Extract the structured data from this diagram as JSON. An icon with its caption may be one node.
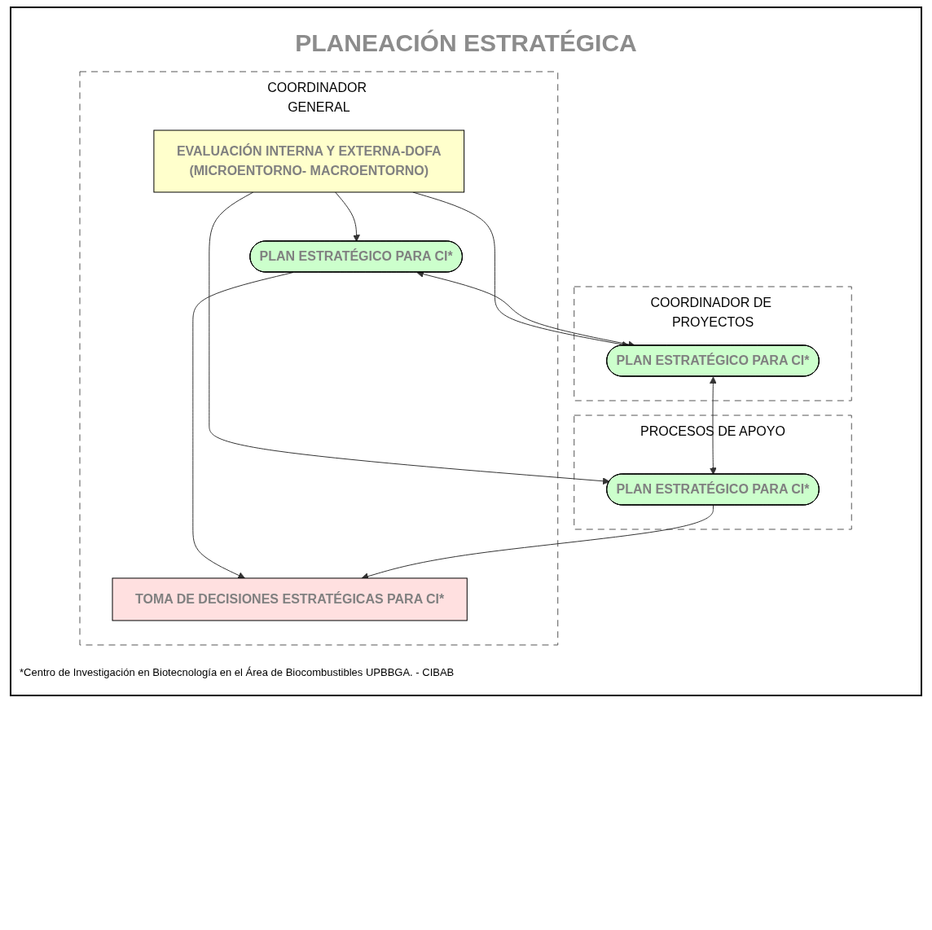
{
  "diagram": {
    "title": "PLANEACIÓN ESTRATÉGICA",
    "caption": "*Centro de Investigación en Biotecnología en el Área de Biocombustibles UPBBGA. - CIBAB",
    "nodes": [
      {
        "text": [
          "COORDINADOR GENERAL"
        ]
      },
      {
        "text": [
          "EVALUACIÓN INTERNA Y EXTERNA-DOFA",
          "(MICROENTORNO- MACROENTORNO)"
        ],
        "in": 0
      },
      {
        "text": [
          "PLAN ESTRATÉGICO PARA CI*"
        ],
        "in": 0
      },
      {
        "text": [
          "TOMA DE DECISIONES ESTRATÉGICAS PARA CI*"
        ],
        "in": 0
      },
      {
        "text": [
          "COORDINADOR DE PROYECTOS"
        ]
      },
      {
        "text": [
          "PLAN ESTRATÉGICO PARA CI*"
        ],
        "in": 4
      },
      {
        "text": [
          "PROCESOS DE APOYO"
        ]
      },
      {
        "text": [
          "PLAN ESTRATÉGICO PARA CI*"
        ],
        "in": 6
      }
    ],
    "edges": [
      {
        "from": 1,
        "to": 2,
        "arrow": "to"
      },
      {
        "from": 1,
        "to": 5,
        "arrow": "to"
      },
      {
        "from": 1,
        "to": 7,
        "arrow": "to"
      },
      {
        "from": 2,
        "to": 5,
        "arrow": "both"
      },
      {
        "from": 5,
        "to": 7,
        "arrow": "both"
      },
      {
        "from": 2,
        "to": 3,
        "arrow": "to"
      },
      {
        "from": 7,
        "to": 3,
        "arrow": "to"
      }
    ]
  }
}
